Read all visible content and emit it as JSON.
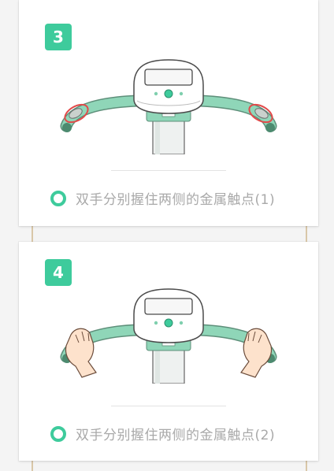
{
  "colors": {
    "accent": "#3ecb9c",
    "machine_green": "#7fcfae",
    "highlight_red": "#e24a4a",
    "caption_gray": "#a9a9a9"
  },
  "steps": [
    {
      "number": "3",
      "caption": "双手分别握住两侧的金属触点(1)"
    },
    {
      "number": "4",
      "caption": "双手分别握住两侧的金属触点(2)"
    }
  ]
}
